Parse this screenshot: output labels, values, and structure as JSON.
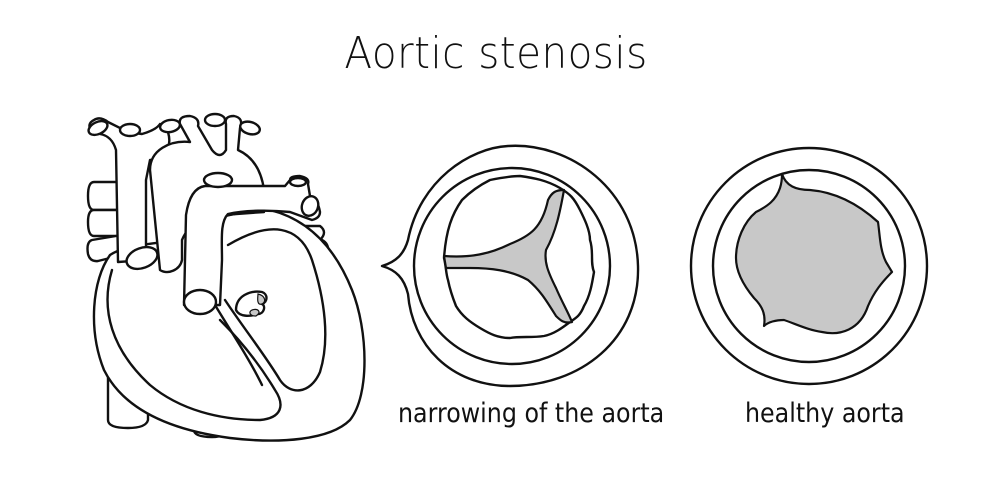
{
  "title": "Aortic stenosis",
  "panels": [
    {
      "id": "heart",
      "label": ""
    },
    {
      "id": "stenotic-valve",
      "label": "narrowing of the aorta"
    },
    {
      "id": "healthy-valve",
      "label": "healthy aorta"
    }
  ],
  "colors": {
    "stroke": "#111111",
    "background": "#ffffff",
    "valve_fill": "#c8c8c8"
  }
}
